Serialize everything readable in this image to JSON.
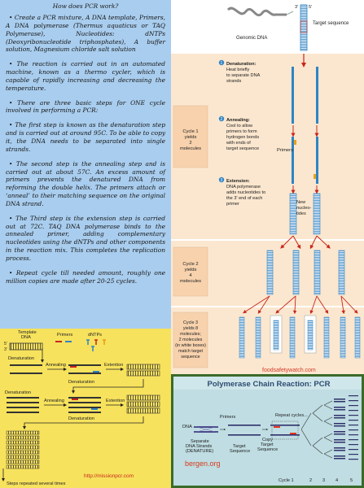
{
  "text_panel": {
    "title": "How does PCR work?",
    "paragraphs": [
      "•      Create a PCR mixture, A DNA template, Primers, A DNA polymerase (Thermus aquaticus or TAQ Polymerase), Nucleotides: dNTPs (Deoxyribonucleotide triphosphates), A buffer solution, Magnesium chloride salt solution",
      "•      The reaction is carried out in an automated machine, known as a thermo cycler, which is capable of rapidly increasing and decreasing the temperature.",
      "•      There are three basic steps for ONE cycle involved in performing a PCR:",
      "•      The first step is known as the denaturation step and is carried out at around 95C. To be able to copy it, the DNA needs to be separated into single strands.",
      "•      The second step is the annealing step and is carried out at about 57C. An excess amount of primers prevents the denatured DNA from reforming the double helix. The primers attach or ‘anneal’ to their matching sequence on the original DNA strand.",
      "•      The Third step is the extension step is carried out at 72C. TAQ DNA polymerase binds to the annealed primer, adding complementary nucleotides using the dNTPs and other components in the reaction mix. This completes the replication process.",
      "•      Repeat cycle till needed amount, roughly one million copies are made after 20-25 cycles."
    ]
  },
  "cycle_diagram": {
    "genomic_dna": "Genomic DNA",
    "target_sequence": "Target sequence",
    "prime3": "3'",
    "prime5": "5'",
    "step1_num": "1",
    "step1_title": "Denaturation:",
    "step1_text": [
      "Heat briefly",
      "to separate DNA",
      "strands"
    ],
    "step2_num": "2",
    "step2_title": "Annealing:",
    "step2_text": [
      "Cool to allow",
      "primers to form",
      "hydrogen bonds",
      "with ends of",
      "target sequence"
    ],
    "step3_num": "3",
    "step3_title": "Extension:",
    "step3_text": [
      "DNA polymerase",
      "adds nucleotides to",
      "the 3' end of each",
      "primer"
    ],
    "primers": "Primers",
    "new_nucleotides": [
      "New",
      "nucleo-",
      "tides"
    ],
    "cycle1": [
      "Cycle 1",
      "yields",
      "2",
      "molecules"
    ],
    "cycle2": [
      "Cycle 2",
      "yields",
      "4",
      "molecules"
    ],
    "cycle3": [
      "Cycle 3",
      "yields 8",
      "molecules;",
      "2 molecules",
      "(in white boxes)",
      "match target",
      "sequence"
    ],
    "watermark": "foodsafetywatch.com"
  },
  "pcr_steps": {
    "template_dna": [
      "Template",
      "DNA"
    ],
    "primers": "Primers",
    "dntps": "dNTPs",
    "prime5": "5'",
    "prime3": "3'",
    "denaturation": "Denaturation",
    "annealing": "Annealing",
    "extention": "Extention",
    "steps_repeated": "Steps repeated several times",
    "watermark": "http://missionpcr.com"
  },
  "pcr_summary": {
    "title": "Polymerase Chain Reaction: PCR",
    "dna": "DNA",
    "primers": "Primers",
    "repeat_cycles": "Repeat cycles...",
    "separate": [
      "Separate",
      "DNA Strands",
      "(DENATURE)"
    ],
    "target_sequence": [
      "Target",
      "Sequence"
    ],
    "copy_target": [
      "Copy",
      "Target",
      "Sequence"
    ],
    "cycles": [
      "Cycle 1",
      "2",
      "3",
      "4",
      "5"
    ],
    "watermark": "bergen.org"
  },
  "colors": {
    "text_panel_bg": "#a9cdee",
    "cycle_bg": "#fbe7cf",
    "strand_blue": "#2f84c4",
    "arrow_red": "#c8261c",
    "steps_bg": "#f7e25d",
    "summary_bg": "#bfdde2",
    "summary_header": "#2e4c72"
  }
}
